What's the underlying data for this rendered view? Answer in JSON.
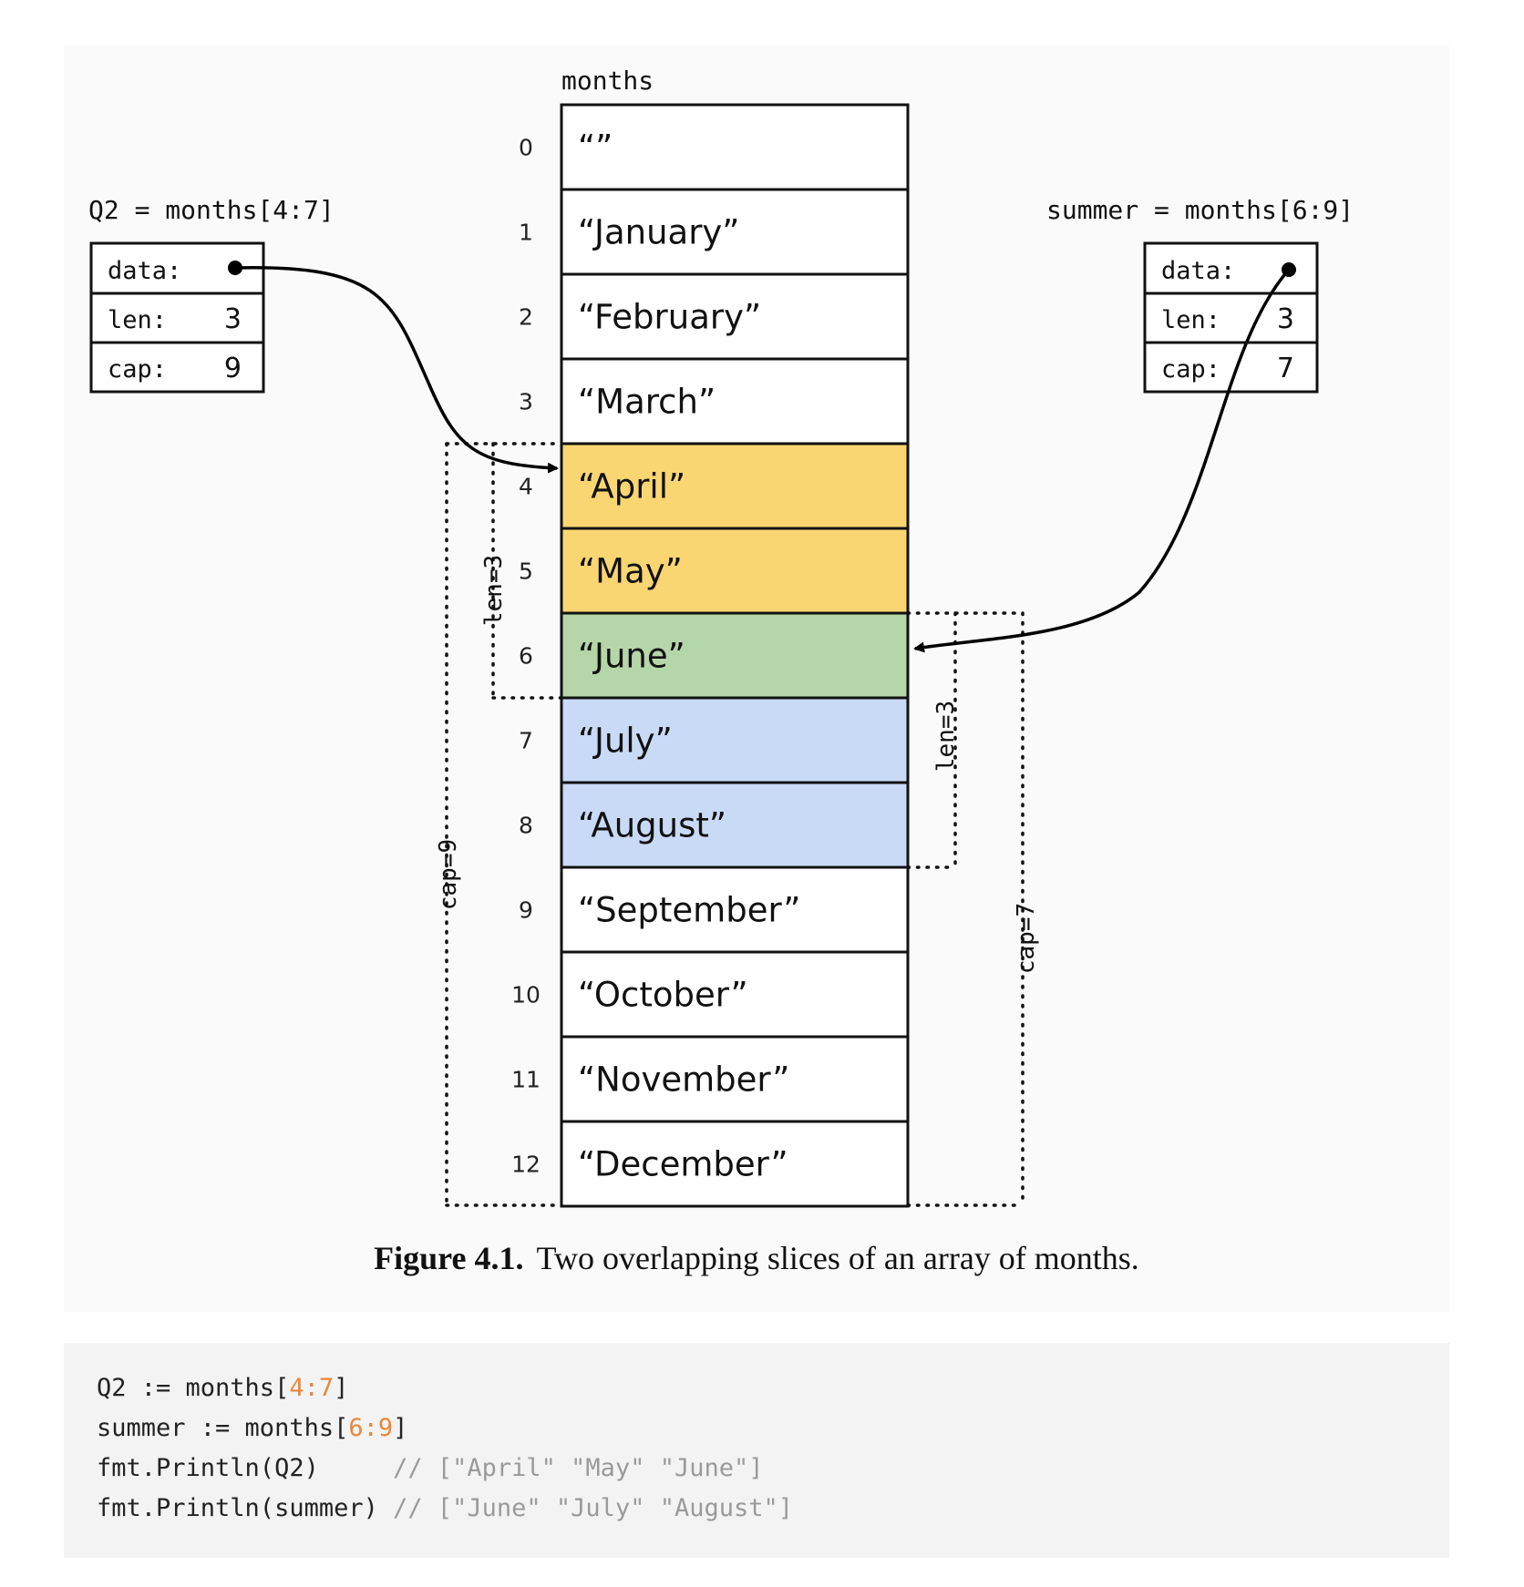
{
  "array": {
    "name": "months",
    "cells": [
      {
        "index": "0",
        "value": "“”",
        "slice": "none"
      },
      {
        "index": "1",
        "value": "“January”",
        "slice": "none"
      },
      {
        "index": "2",
        "value": "“February”",
        "slice": "none"
      },
      {
        "index": "3",
        "value": "“March”",
        "slice": "none"
      },
      {
        "index": "4",
        "value": "“April”",
        "slice": "q2"
      },
      {
        "index": "5",
        "value": "“May”",
        "slice": "q2"
      },
      {
        "index": "6",
        "value": "“June”",
        "slice": "both"
      },
      {
        "index": "7",
        "value": "“July”",
        "slice": "summer"
      },
      {
        "index": "8",
        "value": "“August”",
        "slice": "summer"
      },
      {
        "index": "9",
        "value": "“September”",
        "slice": "none"
      },
      {
        "index": "10",
        "value": "“October”",
        "slice": "none"
      },
      {
        "index": "11",
        "value": "“November”",
        "slice": "none"
      },
      {
        "index": "12",
        "value": "“December”",
        "slice": "none"
      }
    ]
  },
  "colors": {
    "q2_only": "#fad672",
    "overlap": "#b5d6a8",
    "summer_only": "#c9daf6",
    "plain": "#ffffff"
  },
  "q2_header": {
    "title": "Q2 = months[4:7]",
    "fields": [
      {
        "label": "data:",
        "value": ""
      },
      {
        "label": "len:",
        "value": "3"
      },
      {
        "label": "cap:",
        "value": "9"
      }
    ],
    "len_label": "len=3",
    "cap_label": "cap=9"
  },
  "summer_header": {
    "title": "summer = months[6:9]",
    "fields": [
      {
        "label": "data:",
        "value": ""
      },
      {
        "label": "len:",
        "value": "3"
      },
      {
        "label": "cap:",
        "value": "7"
      }
    ],
    "len_label": "len=3",
    "cap_label": "cap=7"
  },
  "caption": {
    "label": "Figure 4.1.",
    "text": "Two overlapping slices of an array of months."
  },
  "code": {
    "line1": {
      "a": "Q2 := months[",
      "n1": "4",
      "sep": ":",
      "n2": "7",
      "b": "]"
    },
    "line2": {
      "a": "summer := months[",
      "n1": "6",
      "sep": ":",
      "n2": "9",
      "b": "]"
    },
    "line3": {
      "code": "fmt.Println(Q2)     ",
      "comment": "// [\"April\" \"May\" \"June\"]"
    },
    "line4": {
      "code": "fmt.Println(summer) ",
      "comment": "// [\"June\" \"July\" \"August\"]"
    }
  }
}
